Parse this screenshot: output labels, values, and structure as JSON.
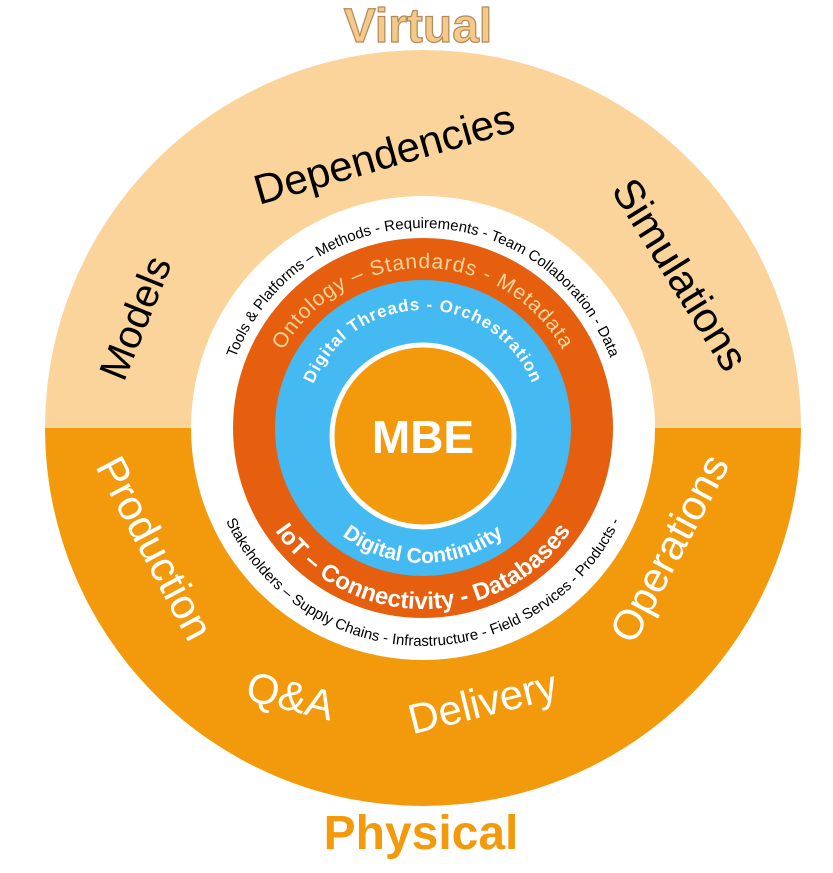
{
  "diagram": {
    "top_label": "Virtual",
    "bottom_label": "Physical",
    "virtual_items": {
      "models": "Models",
      "dependencies": "Dependencies",
      "simulations": "Simulations"
    },
    "physical_items": {
      "production": "Production",
      "qa": "Q&A",
      "delivery": "Delivery",
      "operations": "Operations"
    },
    "ring_white_top": "Tools & Platforms – Methods - Requirements - Team Collaboration - Data",
    "ring_white_bottom": "Stakeholders – Supply Chains - Infrastructure - Field Services - Products -",
    "ring_orange_top": "Ontology – Standards - Metadata",
    "ring_orange_bottom": "IoT – Connectivity - Databases",
    "ring_blue_top": "Digital Threads - Orchestration",
    "ring_blue_bottom": "Digital Continuity",
    "core": "MBE"
  },
  "colors": {
    "virtual_band": "#FBD49B",
    "physical_band": "#F39A0C",
    "virtual_label": "#F5C98A",
    "physical_label": "#F39A0C",
    "dark_orange": "#E55F0E",
    "blue": "#44B9F2",
    "core": "#F39A0C",
    "white": "#FFFFFF",
    "black": "#000000"
  }
}
